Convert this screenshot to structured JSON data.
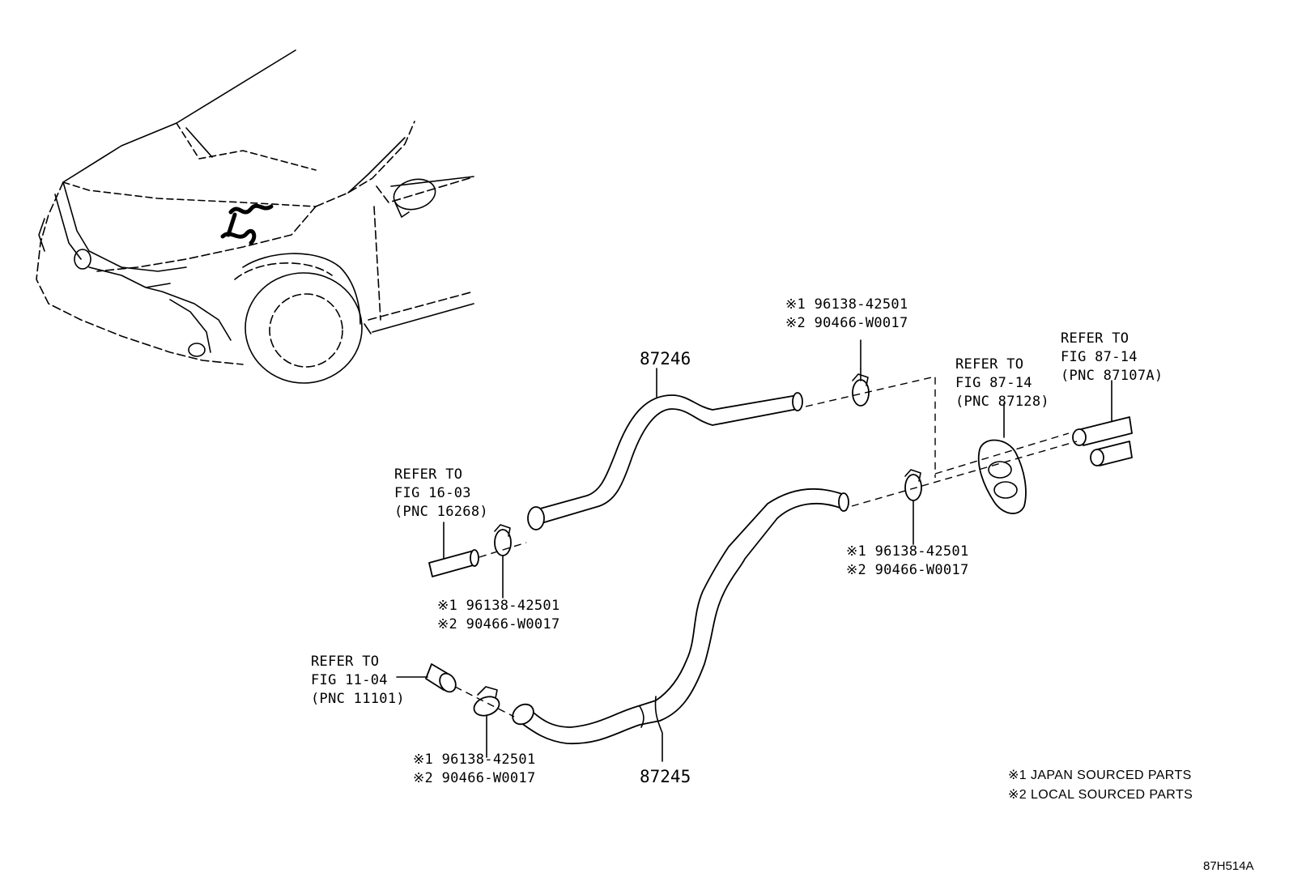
{
  "diagram": {
    "figure_code": "87H514A",
    "notes": [
      "※1 JAPAN SOURCED PARTS",
      "※2 LOCAL SOURCED PARTS"
    ],
    "part_numbers": {
      "upper_hose": "87246",
      "lower_hose": "87245"
    },
    "clamp_callouts": {
      "top": [
        "※1 96138-42501",
        "※2 90466-W0017"
      ],
      "right": [
        "※1 96138-42501",
        "※2 90466-W0017"
      ],
      "left": [
        "※1 96138-42501",
        "※2 90466-W0017"
      ],
      "bottom": [
        "※1 96138-42501",
        "※2 90466-W0017"
      ]
    },
    "refer_callouts": {
      "fig_16_03": [
        "REFER TO",
        "FIG 16-03",
        "(PNC 16268)"
      ],
      "fig_11_04": [
        "REFER TO",
        "FIG 11-04",
        "(PNC 11101)"
      ],
      "fig_87_14_grommet": [
        "REFER TO",
        "FIG 87-14",
        "(PNC 87128)"
      ],
      "fig_87_14_pipe": [
        "REFER TO",
        "FIG 87-14",
        "(PNC 87107A)"
      ]
    }
  }
}
